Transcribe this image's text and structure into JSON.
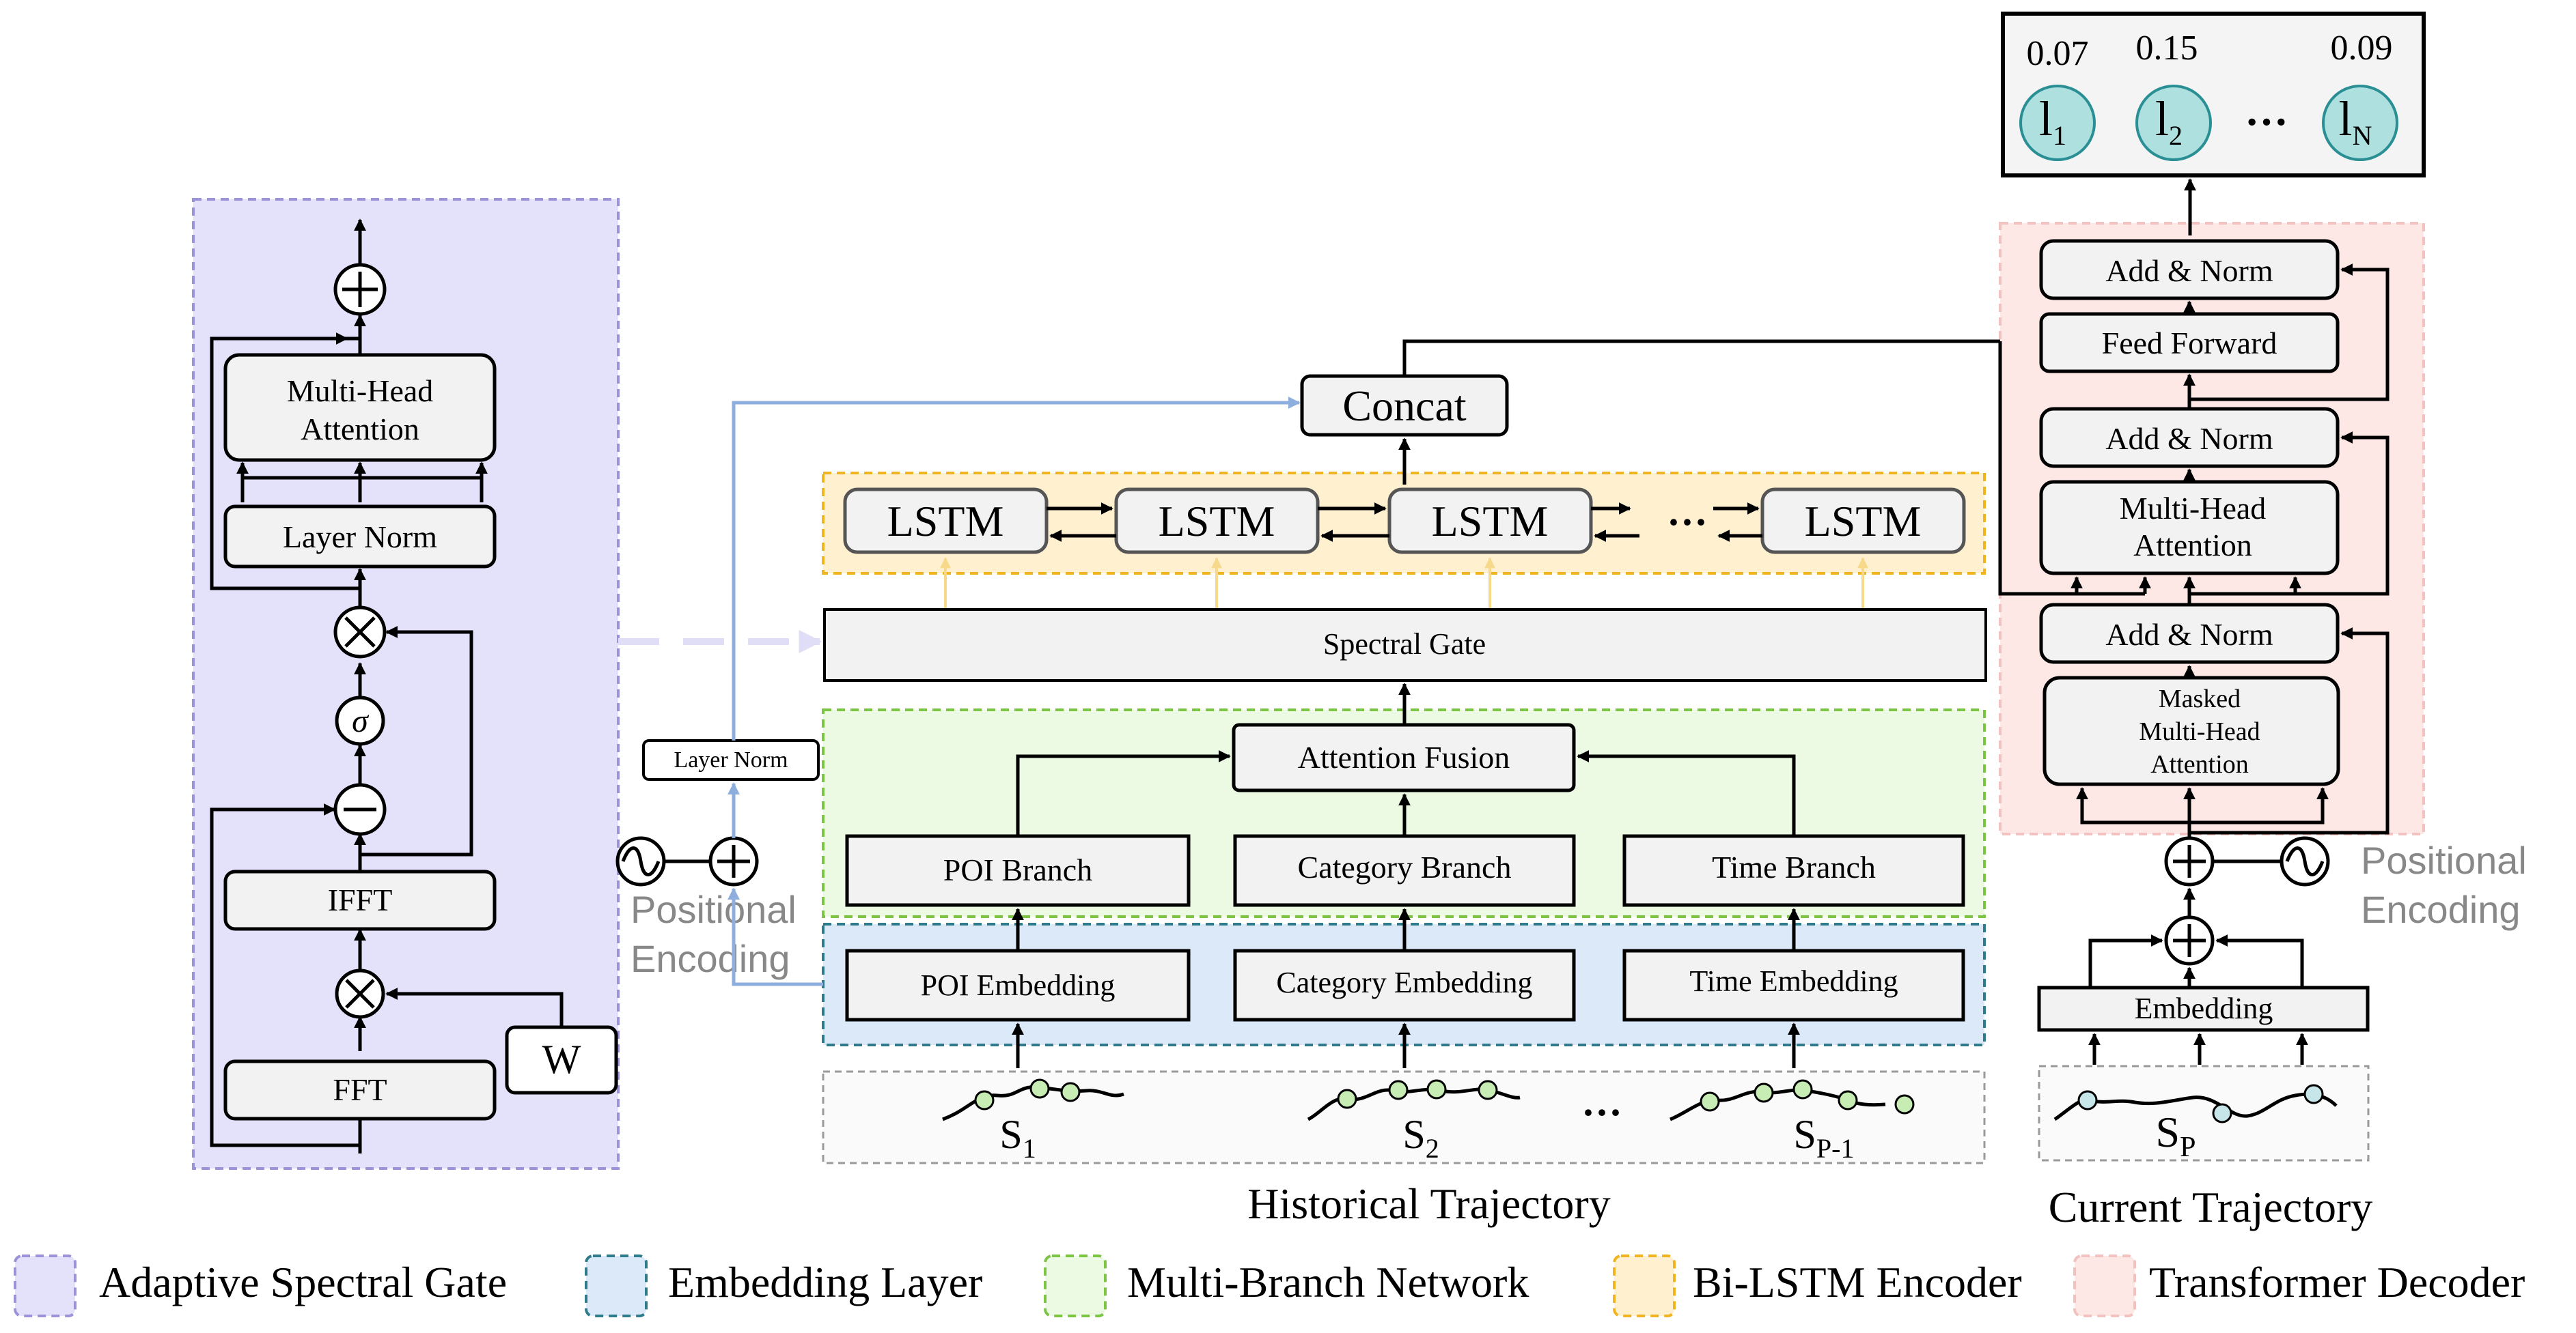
{
  "left_panel": {
    "mha_line1": "Multi-Head",
    "mha_line2": "Attention",
    "layer_norm": "Layer Norm",
    "sigma": "σ",
    "ifft": "IFFT",
    "fft": "FFT",
    "w": "W"
  },
  "middle": {
    "concat": "Concat",
    "lstm": [
      "LSTM",
      "LSTM",
      "LSTM",
      "LSTM"
    ],
    "lstm_ellipsis": "···",
    "spectral_gate": "Spectral Gate",
    "attention_fusion": "Attention Fusion",
    "branches": [
      "POI Branch",
      "Category Branch",
      "Time Branch"
    ],
    "embeddings": [
      "POI Embedding",
      "Category Embedding",
      "Time Embedding"
    ],
    "layer_norm_small": "Layer Norm",
    "pos_enc_line1": "Positional",
    "pos_enc_line2": "Encoding",
    "seq": [
      {
        "base": "S",
        "sub": "1"
      },
      {
        "base": "S",
        "sub": "2"
      },
      {
        "base": "S",
        "sub": "P-1"
      }
    ],
    "seq_ellipsis": "···",
    "historical_label": "Historical Trajectory"
  },
  "right": {
    "probs": [
      "0.07",
      "0.15",
      "0.09"
    ],
    "nodes": [
      {
        "base": "l",
        "sub": "1"
      },
      {
        "base": "l",
        "sub": "2"
      },
      {
        "base": "l",
        "sub": "N"
      }
    ],
    "nodes_ellipsis": "···",
    "add_norm": [
      "Add & Norm",
      "Add & Norm",
      "Add & Norm"
    ],
    "feed_forward": "Feed Forward",
    "mha_line1": "Multi-Head",
    "mha_line2": "Attention",
    "masked_line1": "Masked",
    "masked_line2": "Multi-Head",
    "masked_line3": "Attention",
    "pos_enc_line1": "Positional",
    "pos_enc_line2": "Encoding",
    "embedding": "Embedding",
    "seq": {
      "base": "S",
      "sub": "P"
    },
    "current_label": "Current Trajectory"
  },
  "legend": [
    {
      "label": "Adaptive Spectral Gate",
      "fill": "#e4e1fb",
      "stroke": "#9b93d8"
    },
    {
      "label": "Embedding Layer",
      "fill": "#dce9f8",
      "stroke": "#2f7b8a"
    },
    {
      "label": "Multi-Branch Network",
      "fill": "#ecfae3",
      "stroke": "#7cc444"
    },
    {
      "label": "Bi-LSTM Encoder",
      "fill": "#fff0cf",
      "stroke": "#f0b420"
    },
    {
      "label": "Transformer Decoder",
      "fill": "#fde8e6",
      "stroke": "#f2c2c0"
    }
  ],
  "colors": {
    "node_fill": "#aee0df",
    "node_stroke": "#2a8f94",
    "seq_dot_green": "#c7ecb4",
    "seq_dot_blue": "#c6e6ea",
    "arrow_blue": "#8eaede",
    "arrow_yellow": "#f6d98a"
  }
}
